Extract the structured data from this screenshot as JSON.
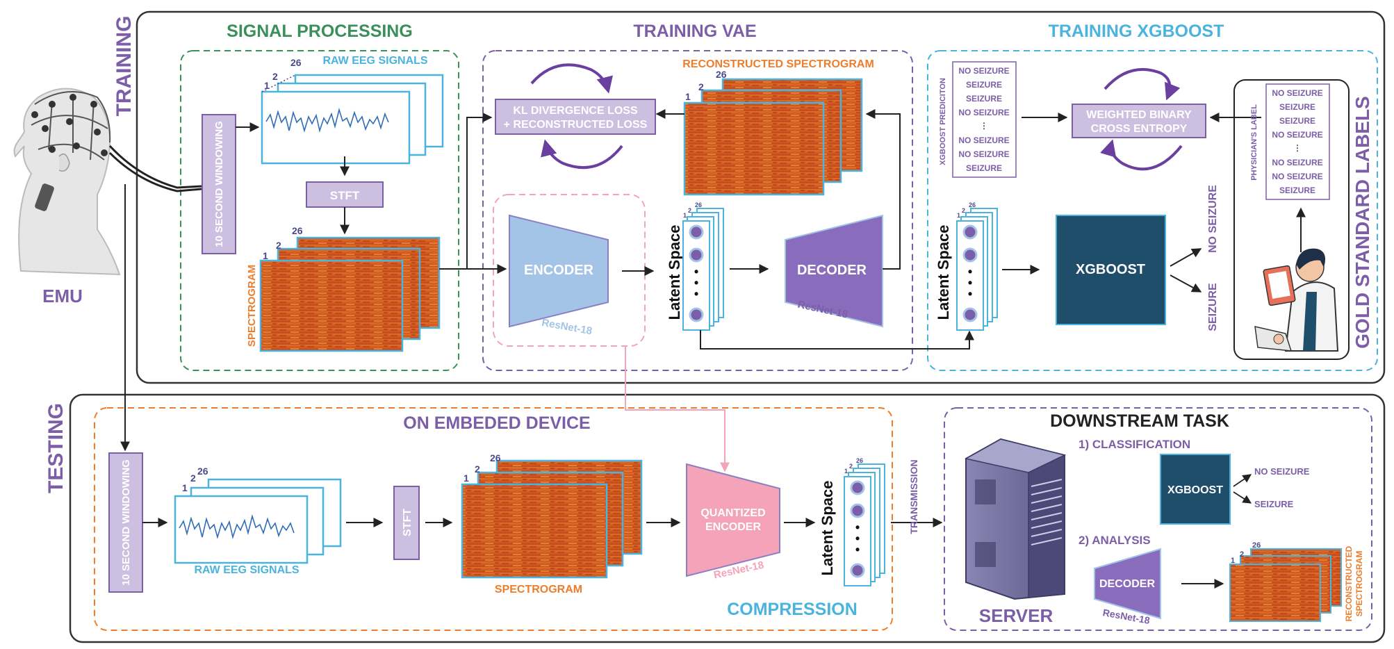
{
  "sections": {
    "training": "TRAINING",
    "testing": "TESTING",
    "signal_processing": "SIGNAL PROCESSING",
    "training_vae": "TRAINING VAE",
    "training_xgboost": "TRAINING XGBOOST",
    "gold_standard": "GOLD STANDARD LABELS",
    "on_device": "ON EMBEDED DEVICE",
    "compression": "COMPRESSION",
    "downstream": "DOWNSTREAM TASK"
  },
  "emu": {
    "label": "EMU"
  },
  "labels": {
    "raw_eeg": "RAW EEG SIGNALS",
    "spectrogram": "SPECTROGRAM",
    "reconstructed_spectrogram": "RECONSTRUCTED SPECTROGRAM",
    "windowing": "10 SECOND WINDOWING",
    "stft": "STFT",
    "ch1": "1",
    "ch2": "2",
    "ch26": "26",
    "loss_line1": "KL DIVERGENCE LOSS",
    "loss_line2": "+ RECONSTRUCTED LOSS",
    "encoder": "ENCODER",
    "decoder": "DECODER",
    "quantized_line1": "QUANTIZED",
    "quantized_line2": "ENCODER",
    "resnet": "ResNet-18",
    "latent": "Latent Space",
    "xgboost": "XGBOOST",
    "wbce_line1": "WEIGHTED BINARY",
    "wbce_line2": "CROSS ENTROPY",
    "xgb_prediction": "XGBOOST PREDICITON",
    "physician_label": "PHYSICIAN'S LABEL",
    "no_seizure": "NO SEIZURE",
    "seizure": "SEIZURE",
    "transmission": "TRANSMISSION",
    "server": "SERVER",
    "classification": "1) CLASSIFICATION",
    "analysis": "2) ANALYSIS",
    "reconstructed_line1": "RECONSTRUCTED",
    "reconstructed_line2": "SPECTROGRAM"
  },
  "prediction_list": [
    "NO SEIZURE",
    "SEIZURE",
    "SEIZURE",
    "NO SEIZURE",
    "NO SEIZURE",
    "NO SEIZURE",
    "SEIZURE"
  ],
  "physician_list": [
    "NO SEIZURE",
    "SEIZURE",
    "SEIZURE",
    "NO SEIZURE",
    "NO SEIZURE",
    "NO SEIZURE",
    "SEIZURE"
  ],
  "colors": {
    "purple": "#7b5ea7",
    "green": "#3b8f5a",
    "blue": "#4ab3de",
    "orange": "#ee7d2b",
    "pink": "#f4a3b8",
    "dark_teal": "#1f4e6b",
    "light_purple": "#cdbfe0"
  }
}
